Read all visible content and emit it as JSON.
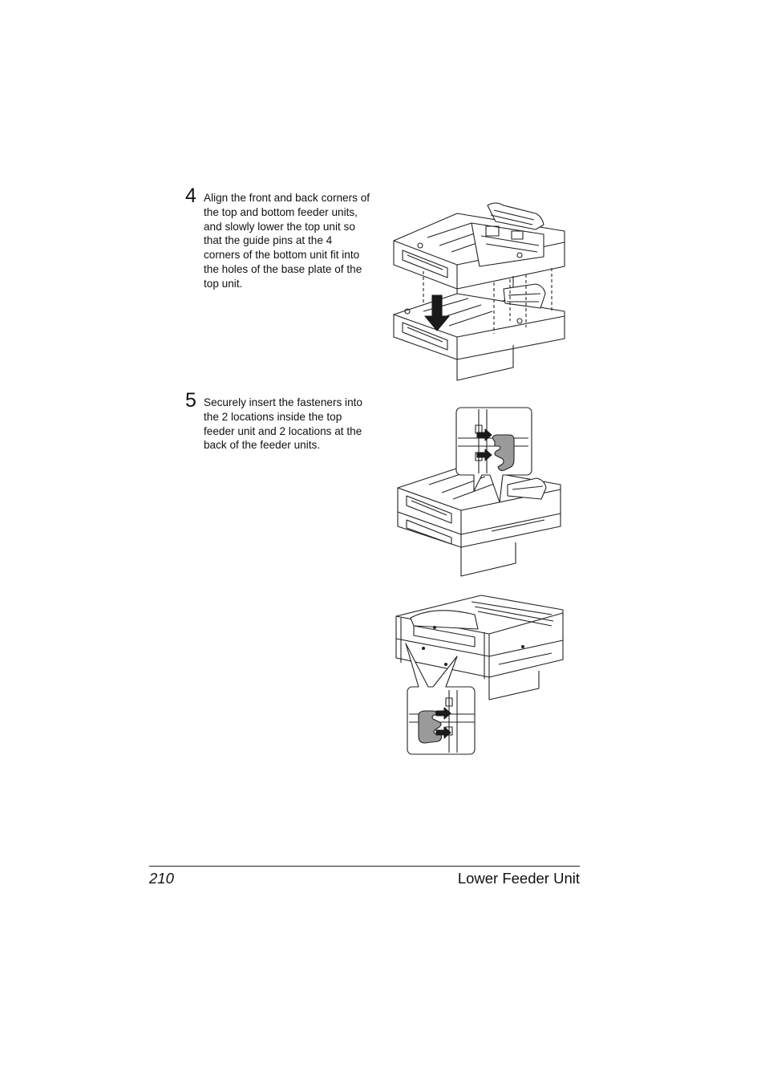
{
  "steps": [
    {
      "number": "4",
      "text": "Align the front and back corners of the top and bottom feeder units, and slowly lower the top unit so that the guide pins at the 4 corners of the bottom unit fit into the holes of the base plate of the top unit."
    },
    {
      "number": "5",
      "text": "Securely insert the fasteners into the 2 locations inside the top feeder unit and 2 locations at the back of the feeder units."
    }
  ],
  "footer": {
    "page_number": "210",
    "section_title": "Lower Feeder Unit"
  }
}
